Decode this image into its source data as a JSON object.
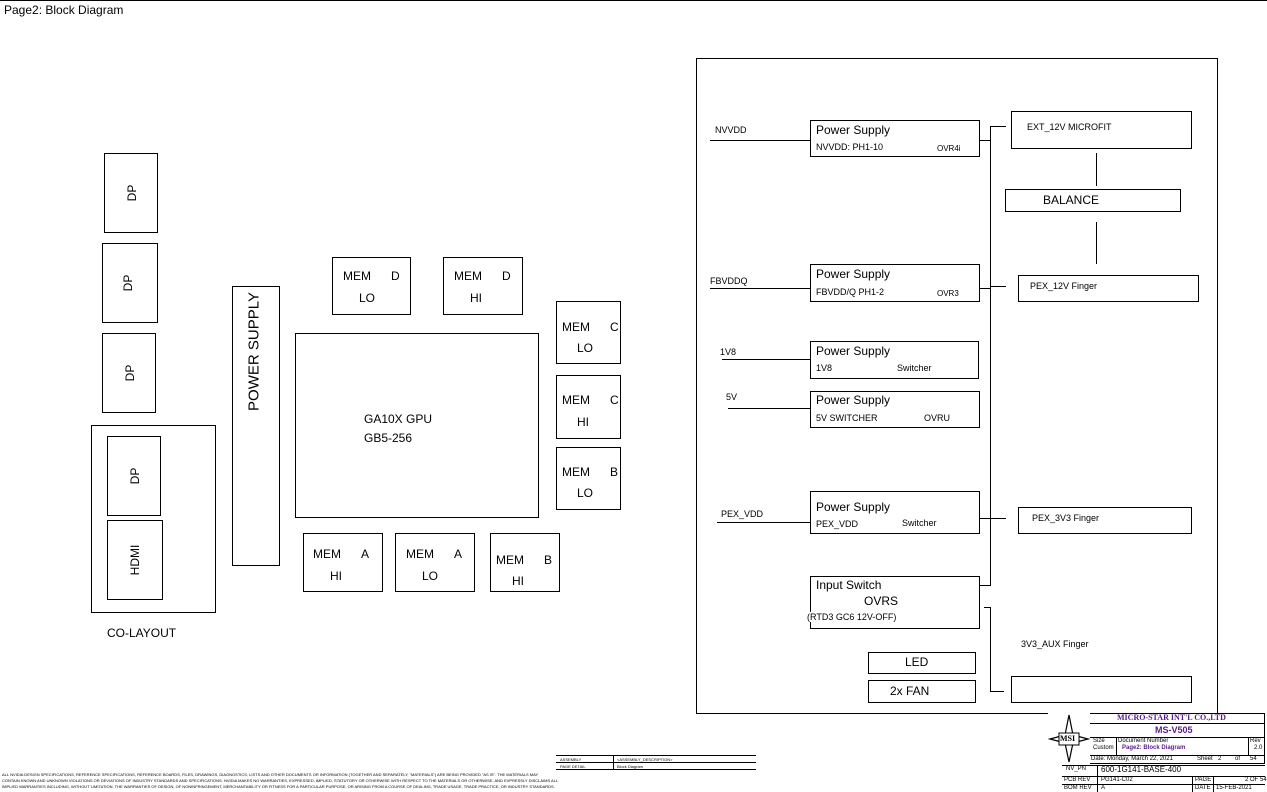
{
  "page_title": "Page2: Block Diagram",
  "connectors": {
    "dp1": "DP",
    "dp2": "DP",
    "dp3": "DP",
    "dp4": "DP",
    "hdmi": "HDMI",
    "colayout": "CO-LAYOUT"
  },
  "power_supply_bar": "POWER SUPPLY",
  "gpu": {
    "line1": "GA10X GPU",
    "line2": "GB5-256"
  },
  "memory": [
    {
      "a": "MEM",
      "b": "D",
      "c": "LO"
    },
    {
      "a": "MEM",
      "b": "D",
      "c": "HI"
    },
    {
      "a": "MEM",
      "b": "C",
      "c": "LO"
    },
    {
      "a": "MEM",
      "b": "C",
      "c": "HI"
    },
    {
      "a": "MEM",
      "b": "B",
      "c": "LO"
    },
    {
      "a": "MEM",
      "b": "A",
      "c": "HI"
    },
    {
      "a": "MEM",
      "b": "A",
      "c": "LO"
    },
    {
      "a": "MEM",
      "b": "B",
      "c": "HI"
    }
  ],
  "power": {
    "rails": [
      "NVVDD",
      "FBVDDQ",
      "1V8",
      "5V",
      "PEX_VDD"
    ],
    "ps1": {
      "title": "Power Supply",
      "sub": "NVVDD: PH1-10",
      "chip": "OVR4i"
    },
    "ps2": {
      "title": "Power Supply",
      "sub": "FBVDD/Q PH1-2",
      "chip": "OVR3"
    },
    "ps3": {
      "title": "Power Supply",
      "sub": "1V8",
      "chip": "Switcher"
    },
    "ps4": {
      "title": "Power Supply",
      "sub": "5V SWITCHER",
      "chip": "OVRU"
    },
    "ps5": {
      "title": "Power Supply",
      "sub": "PEX_VDD",
      "chip": "Switcher"
    },
    "input_switch": {
      "title": "Input Switch",
      "chip": "OVRS",
      "note": "(RTD3 GC6 12V-OFF)"
    },
    "led": "LED",
    "fan": "2x FAN",
    "ext12v": "EXT_12V MICROFIT",
    "balance": "BALANCE",
    "pex12v": "PEX_12V Finger",
    "pex3v3": "PEX_3V3 Finger",
    "aux": "3V3_AUX Finger"
  },
  "titleblock": {
    "company": "MICRO-STAR INT'L CO.,LTD",
    "model": "MS-V505",
    "logo": "MSI",
    "size_label": "Size",
    "size_value": "Custom",
    "doc_label": "Document Number",
    "doc_value": "Page2: Block Diagram",
    "rev_label": "Rev",
    "rev_value": "2.0",
    "date_row": "Date:  Monday, March 22, 2021",
    "sheet_label": "Sheet",
    "sheet_num": "2",
    "sheet_of": "of",
    "sheet_total": "54",
    "nv_pn_label": "NV_PN",
    "nv_pn": "600-1G141-BASE-400",
    "pcb_rev_label": "PCB REV",
    "pcb_rev": "PG141-C02",
    "page_label": "PAGE",
    "page_value": "2 OF 54",
    "bom_rev_label": "BOM REV",
    "bom_rev": "A",
    "date_label": "DATE",
    "date_value": "15-FEB-2021",
    "assembly_label": "ASSEMBLY",
    "assembly_value": "<ASSEMBLY_DESCRIPTION>",
    "page_detail_label": "PAGE DETAIL",
    "page_detail_value": "Block Diagram"
  },
  "disclaimer": [
    "ALL NVIDIA DESIGN SPECIFICATIONS, REFERENCE SPECIFICATIONS, REFERENCE BOARDS, FILES, DRAWINGS, DIAGNOSTICS, LISTS AND OTHER DOCUMENTS OR INFORMATION (TOGETHER AND SEPARATELY, \"MATERIALS\") ARE BEING PROVIDED \"AS IS\". THE MATERIALS MAY",
    "CONTAIN KNOWN AND UNKNOWN VIOLATIONS OR DEVIATIONS OF INDUSTRY STANDARDS AND SPECIFICATIONS. NVIDIA MAKES NO WARRANTIES, EXPRESSED, IMPLIED, STATUTORY OR OTHERWISE WITH RESPECT TO THE MATERIALS OR OTHERWISE, AND EXPRESSLY DISCLAIMS ALL",
    "IMPLIED WARRANTIES INCLUDING, WITHOUT LIMITATION, THE WARRANTIES OF DESIGN, OF NONINFRINGEMENT, MERCHANTABILITY OR FITNESS FOR A PARTICULAR PURPOSE, OR ARISING FROM A COURSE OF DEALING, TRADE USAGE, TRADE PRACTICE, OR INDUSTRY STANDARDS."
  ]
}
